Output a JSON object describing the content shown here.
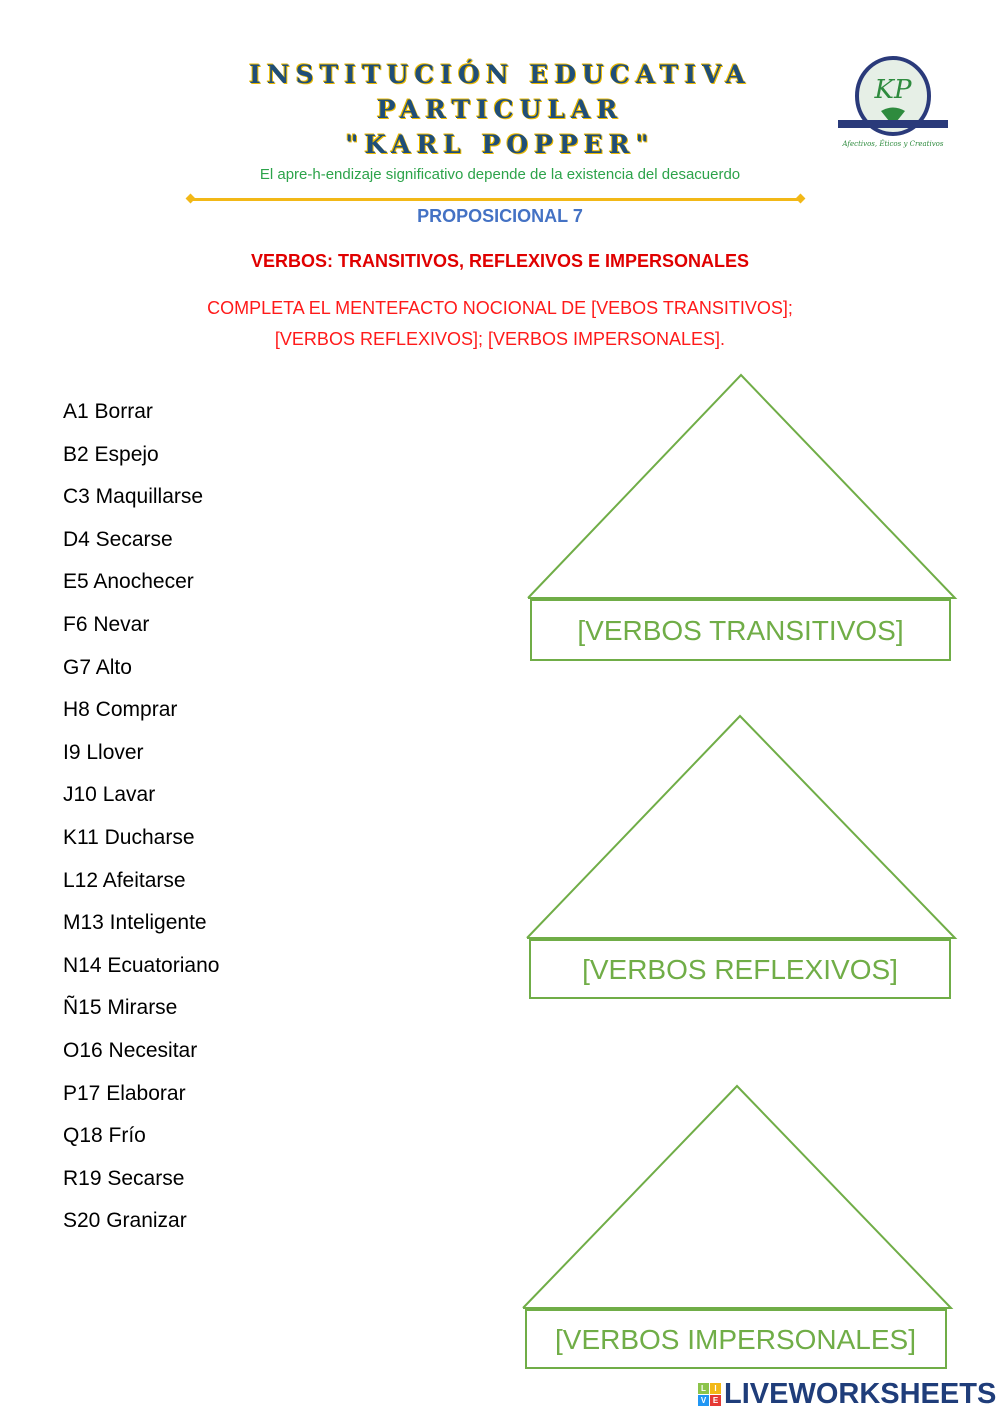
{
  "header": {
    "line1": "INSTITUCIÓN EDUCATIVA",
    "line2": "PARTICULAR",
    "line3": "\"KARL POPPER\"",
    "motto": "El apre-h-endizaje significativo depende de la existencia del desacuerdo",
    "logo_text": "KP Afectivos, Éticos y Creativos"
  },
  "proposicional": "PROPOSICIONAL 7",
  "subtitle": "VERBOS: TRANSITIVOS, REFLEXIVOS E IMPERSONALES",
  "instruction_line1": "COMPLETA EL MENTEFACTO NOCIONAL DE [VEBOS TRANSITIVOS];",
  "instruction_line2": "[VERBOS REFLEXIVOS]; [VERBOS IMPERSONALES].",
  "items": [
    "A1 Borrar",
    "B2 Espejo",
    "C3 Maquillarse",
    "D4 Secarse",
    "E5 Anochecer",
    "F6 Nevar",
    "G7 Alto",
    "H8 Comprar",
    "I9 Llover",
    "J10 Lavar",
    "K11 Ducharse",
    "L12 Afeitarse",
    "M13 Inteligente",
    "N14 Ecuatoriano",
    "Ñ15 Mirarse",
    "O16 Necesitar",
    "P17 Elaborar",
    "Q18 Frío",
    "R19 Secarse",
    "S20 Granizar"
  ],
  "boxes": [
    "[VERBOS TRANSITIVOS]",
    "[VERBOS REFLEXIVOS]",
    "[VERBOS IMPERSONALES]"
  ],
  "footer": {
    "brand": "LIVEWORKSHEETS",
    "badge": [
      "L",
      "I",
      "V",
      "E"
    ]
  },
  "colors": {
    "green": "#70ad47",
    "navy": "#1f4e79",
    "gold": "#f2b817",
    "red": "#e00000",
    "blue": "#4472c4"
  }
}
